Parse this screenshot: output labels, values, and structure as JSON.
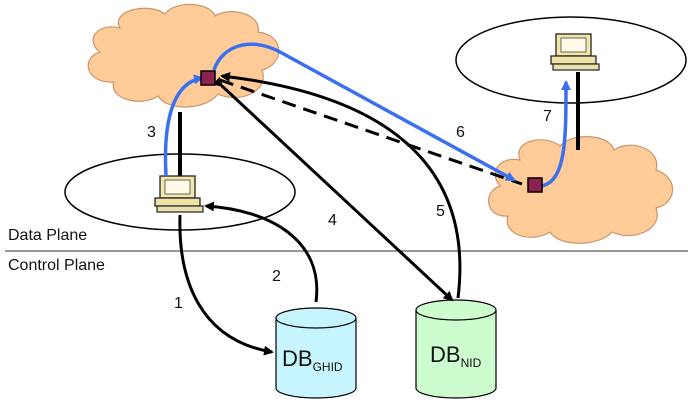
{
  "planes": {
    "data_plane": "Data Plane",
    "control_plane": "Control Plane"
  },
  "step_labels": {
    "s1": "1",
    "s2": "2",
    "s3": "3",
    "s4": "4",
    "s5": "5",
    "s6": "6",
    "s7": "7"
  },
  "databases": {
    "ghid": {
      "main": "DB",
      "sub": "GHID",
      "color": "#c6f5ff"
    },
    "nid": {
      "main": "DB",
      "sub": "NID",
      "color": "#cdfccf"
    }
  },
  "colors": {
    "cloud": "#ffcc99",
    "router": "#8b2252",
    "path": "#3a6ff0",
    "arrow": "#000000"
  },
  "icons": [
    "cloud-icon",
    "computer-icon",
    "router-icon",
    "database-icon"
  ]
}
